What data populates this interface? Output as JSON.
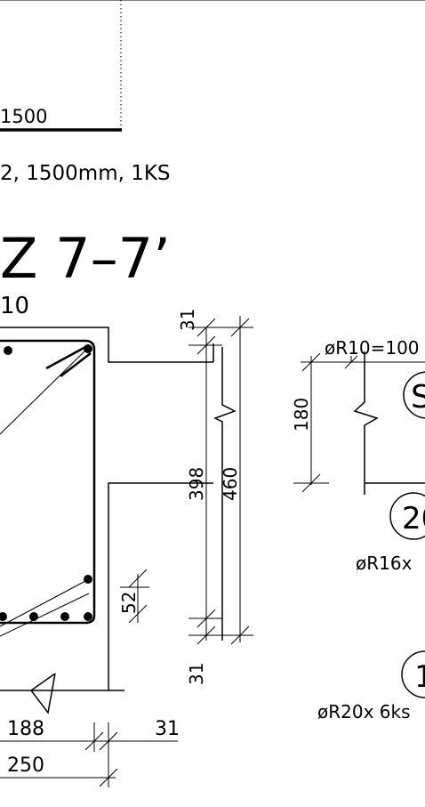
{
  "labels": {
    "len_top": "1500",
    "bar_caption": "2, 1500mm, 1KS",
    "section_title": "Z 7–7’",
    "section_scale": "10",
    "dim_31_top": "31",
    "dim_398": "398",
    "dim_460": "460",
    "dim_52": "52",
    "dim_31_bottom": "31",
    "dim_188": "188",
    "dim_31_right": "31",
    "dim_250": "250",
    "stirrup_spec": "øR10=100",
    "dim_180": "180",
    "mark_s": "S",
    "mark_20": "20",
    "bar_r16": "øR16x",
    "mark_1": "1",
    "bar_r20": "øR20x  6ks"
  }
}
